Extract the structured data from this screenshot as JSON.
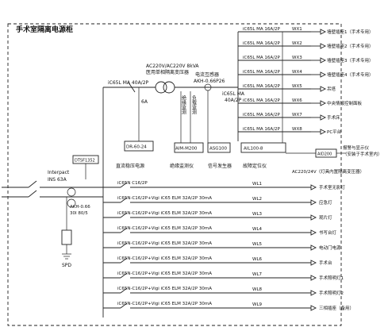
{
  "title": "手术室隔离电源柜",
  "transformer": {
    "label_line1": "AC220V/AC220V 8kVA",
    "label_line2": "医用单相隔离变压器"
  },
  "ct_label": {
    "line1": "电流互感器",
    "line2": "AKH-0.66P26"
  },
  "main_breaker": {
    "label": "iC65L MA 40A/2P",
    "rating": "6A"
  },
  "secondary_breaker": {
    "line1": "iC65L MA",
    "line2": "40A/2P"
  },
  "monitor_labels": {
    "insulation": "绝缘监测",
    "load": "负载监测"
  },
  "devices": {
    "dr": "DR-60-24",
    "aim": "AIM-M200",
    "asg": "ASG100",
    "ail": "AIL100-8",
    "aid": "AID200",
    "dtsf": "DTSF1352"
  },
  "upper_circuits": [
    {
      "breaker": "iC65L MA 16A/2P",
      "id": "WX1",
      "load": "墙壁插座1（手术专用）"
    },
    {
      "breaker": "iC65L MA 16A/2P",
      "id": "WX2",
      "load": "墙壁插座2（手术专用）"
    },
    {
      "breaker": "iC65L MA 16A/2P",
      "id": "WX3",
      "load": "墙壁插座3（手术专用）"
    },
    {
      "breaker": "iC65L MA 16A/2P",
      "id": "WX4",
      "load": "墙壁插座4（手术专用）"
    },
    {
      "breaker": "iC65L MA 16A/2P",
      "id": "WX5",
      "load": "吊塔"
    },
    {
      "breaker": "iC65L MA 16A/2P",
      "id": "WX6",
      "load": "中央情报控制面板"
    },
    {
      "breaker": "iC65L MA 16A/2P",
      "id": "WX7",
      "load": "手术床"
    },
    {
      "breaker": "iC65L MA 16A/2P",
      "id": "WX8",
      "load": "PC平台"
    }
  ],
  "alarm_label": {
    "line1": "报警与显示仪",
    "line2": "（安装于手术室内）"
  },
  "column_headers": [
    "直流稳压电源",
    "绝缘监测仪",
    "信号发生器",
    "故障定位仪"
  ],
  "lamp_supply_label": "AC220/24V（灯具内置隔离变压器）",
  "lower_circuits": [
    {
      "breaker": "iC65N C16/2P",
      "id": "WL1",
      "load": "手术室无影灯"
    },
    {
      "breaker": "iC65N-C16/2P+Vigi iC65 ELM 32A/2P 30mA",
      "id": "WL2",
      "load": "应急灯"
    },
    {
      "breaker": "iC65N-C16/2P+Vigi iC65 ELM 32A/2P 30mA",
      "id": "WL3",
      "load": "观片灯"
    },
    {
      "breaker": "iC65N-C16/2P+Vigi iC65 ELM 32A/2P 30mA",
      "id": "WL4",
      "load": "书写台灯"
    },
    {
      "breaker": "iC65N-C16/2P+Vigi iC65 ELM 32A/2P 30mA",
      "id": "WL5",
      "load": "电动门电源"
    },
    {
      "breaker": "iC65N-C16/2P+Vigi iC65 ELM 32A/2P 30mA",
      "id": "WL6",
      "load": "手术台"
    },
    {
      "breaker": "iC65N-C16/2P+Vigi iC65 ELM 32A/2P 30mA",
      "id": "WL7",
      "load": "手术照明灯1"
    },
    {
      "breaker": "iC65N-C16/2P+Vigi iC65 ELM 32A/2P 30mA",
      "id": "WL8",
      "load": "手术照明灯2"
    },
    {
      "breaker": "iC65N-C16/2P+Vigi iC65 ELM 32A/2P 30mA",
      "id": "WL9",
      "load": "三相插座（备用）"
    }
  ],
  "incomer": {
    "interpact_line1": "Interpact",
    "interpact_line2": "INS 63A",
    "akh_line1": "AKH-0.66",
    "akh_line2": "30I 80/5",
    "spd": "SPD"
  }
}
